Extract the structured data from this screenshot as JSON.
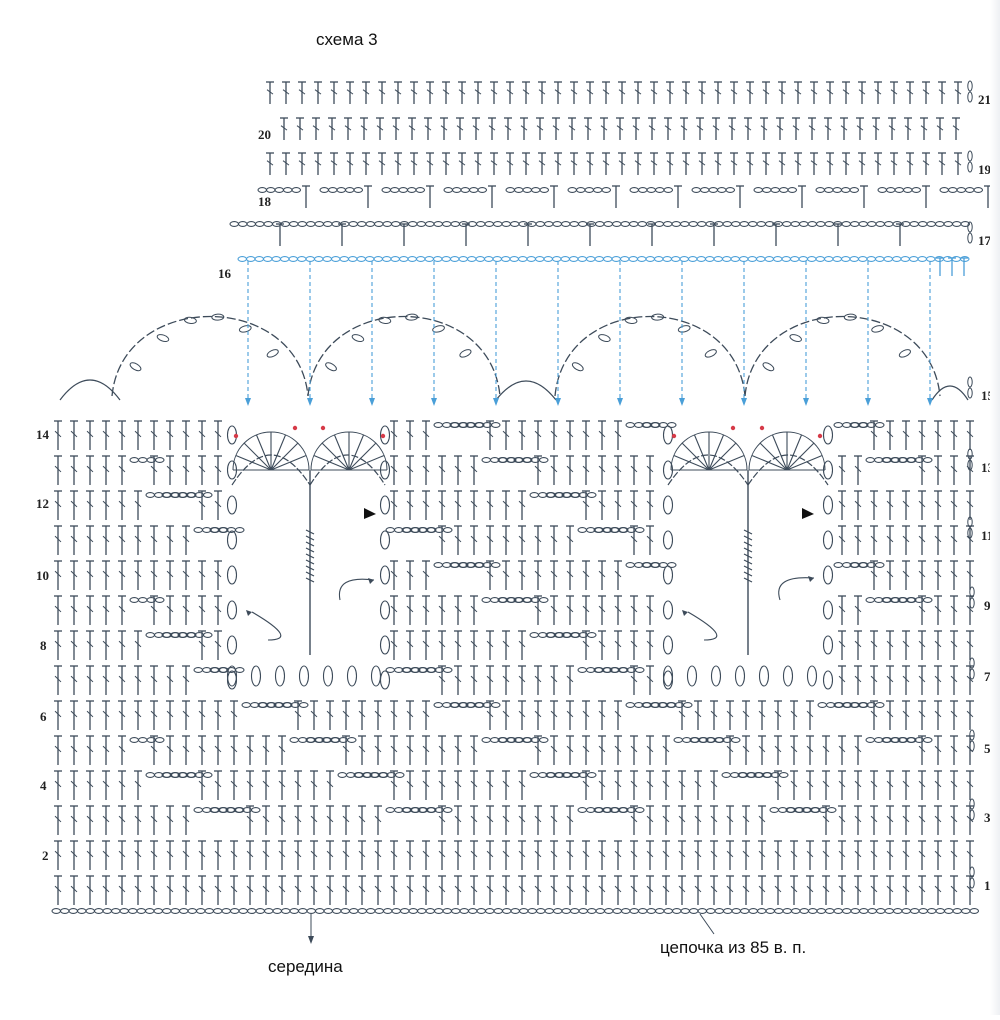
{
  "title": "схема 3",
  "label_middle": "середина",
  "label_chain": "цепочка из 85 в. п.",
  "rows_right": [
    "1",
    "3",
    "5",
    "7",
    "9",
    "11",
    "13",
    "15",
    "17",
    "19",
    "21"
  ],
  "rows_left": [
    "2",
    "4",
    "6",
    "8",
    "10",
    "12",
    "14",
    "16",
    "18",
    "20"
  ],
  "colors": {
    "ink": "#3d4b5a",
    "blue": "#4a9fd8",
    "red": "#d63a48",
    "black": "#111111"
  }
}
